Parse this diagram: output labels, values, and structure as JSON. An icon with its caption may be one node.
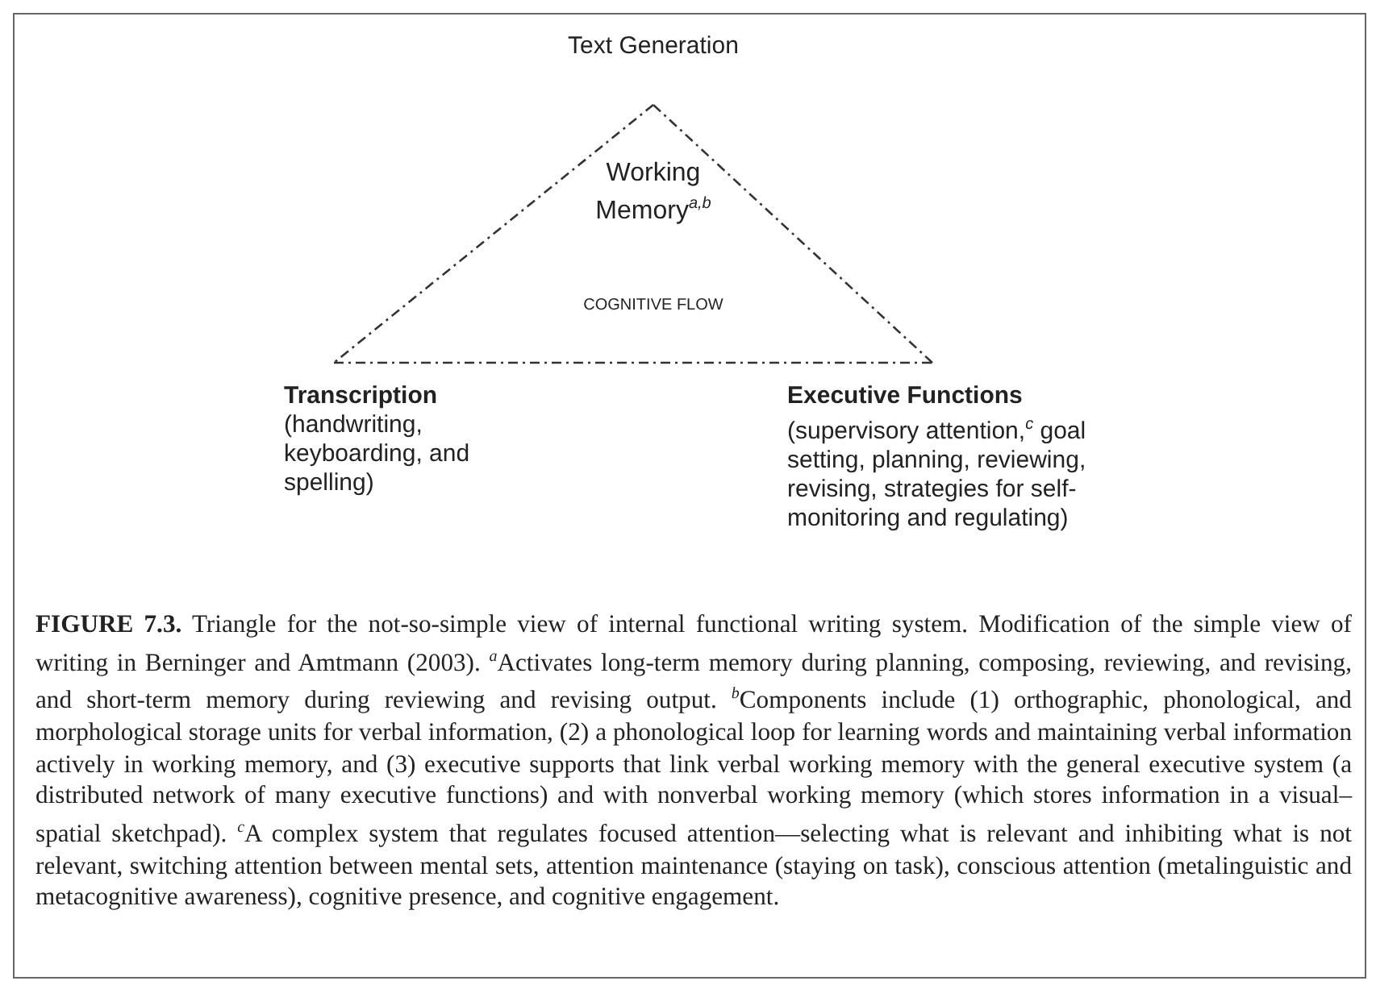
{
  "diagram": {
    "caption": "**FIGURE 7.3.** Triangle for the not-so-simple view of internal functional writing system. Modification of the simple view of writing in Berninger and Amtmann (2003). $^{a}$Activates long-term memory during planning, composing, reviewing, and revising, and short-term memory during reviewing and revising output. $^{b}$Components include (1) orthographic, phonological, and morphological storage units for verbal information, (2) a phonological loop for learning words and maintaining verbal information actively in working memory, and (3) executive supports that link verbal working memory with the general executive system (a distributed network of many executive functions) and with nonverbal working memory (which stores information in a visual–spatial sketchpad). $^{c}$A complex system that regulates focused attention—selecting what is relevant and inhibiting what is not relevant, switching attention between mental sets, attention maintenance (staying on task), conscious attention (metalinguistic and metacognitive awareness), cognitive presence, and cognitive engagement.",
    "nodes": [
      {
        "text": [
          "Text Generation"
        ]
      },
      {
        "text": [
          "Transcription",
          "(handwriting, keyboarding, and spelling)"
        ]
      },
      {
        "text": [
          "Executive Functions",
          "(supervisory attention,$^{c}$ goal setting, planning, reviewing, revising, strategies for self-monitoring and regulating)"
        ]
      }
    ],
    "edges": [
      {
        "from": 0,
        "to": 1,
        "arrow": "none",
        "style": "dashed"
      },
      {
        "from": 1,
        "to": 2,
        "arrow": "none",
        "style": "dashed"
      },
      {
        "from": 2,
        "to": 0,
        "arrow": "none",
        "style": "dashed"
      }
    ],
    "labels": [
      "Working Memory$^{a,b}$",
      "COGNITIVE FLOW"
    ]
  }
}
